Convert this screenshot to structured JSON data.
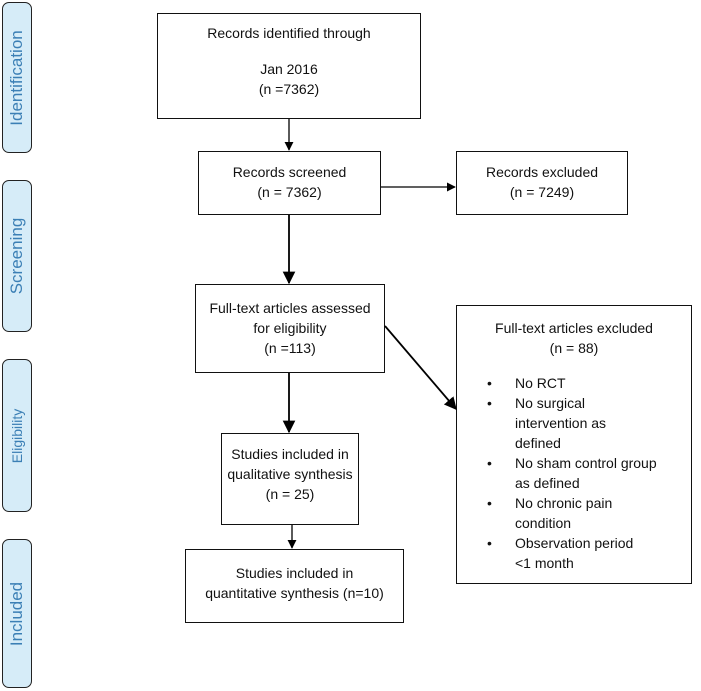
{
  "phases": {
    "identification": "Identification",
    "screening": "Screening",
    "eligibility": "Eligibility",
    "included": "Included"
  },
  "boxes": {
    "identified": {
      "line1": "Records identified through",
      "line2": "Jan 2016",
      "line3": "(n =7362)"
    },
    "screened": {
      "line1": "Records screened",
      "line2": "(n = 7362)"
    },
    "excluded": {
      "line1": "Records excluded",
      "line2": "(n = 7249)"
    },
    "fulltext": {
      "line1": "Full-text articles assessed",
      "line2": "for eligibility",
      "line3": "(n =113)"
    },
    "fulltext_excluded": {
      "line1": "Full-text articles excluded",
      "line2": "(n = 88)",
      "reasons": [
        [
          "No RCT"
        ],
        [
          "No surgical",
          "intervention as",
          "defined"
        ],
        [
          "No sham control group",
          "as defined"
        ],
        [
          "No chronic pain",
          "condition"
        ],
        [
          "Observation period",
          "<1 month"
        ]
      ]
    },
    "qualitative": {
      "line1": "Studies included in",
      "line2": "qualitative synthesis",
      "line3": "(n = 25)"
    },
    "quantitative": {
      "line1": "Studies included in",
      "line2": "quantitative synthesis (n=10)"
    }
  }
}
